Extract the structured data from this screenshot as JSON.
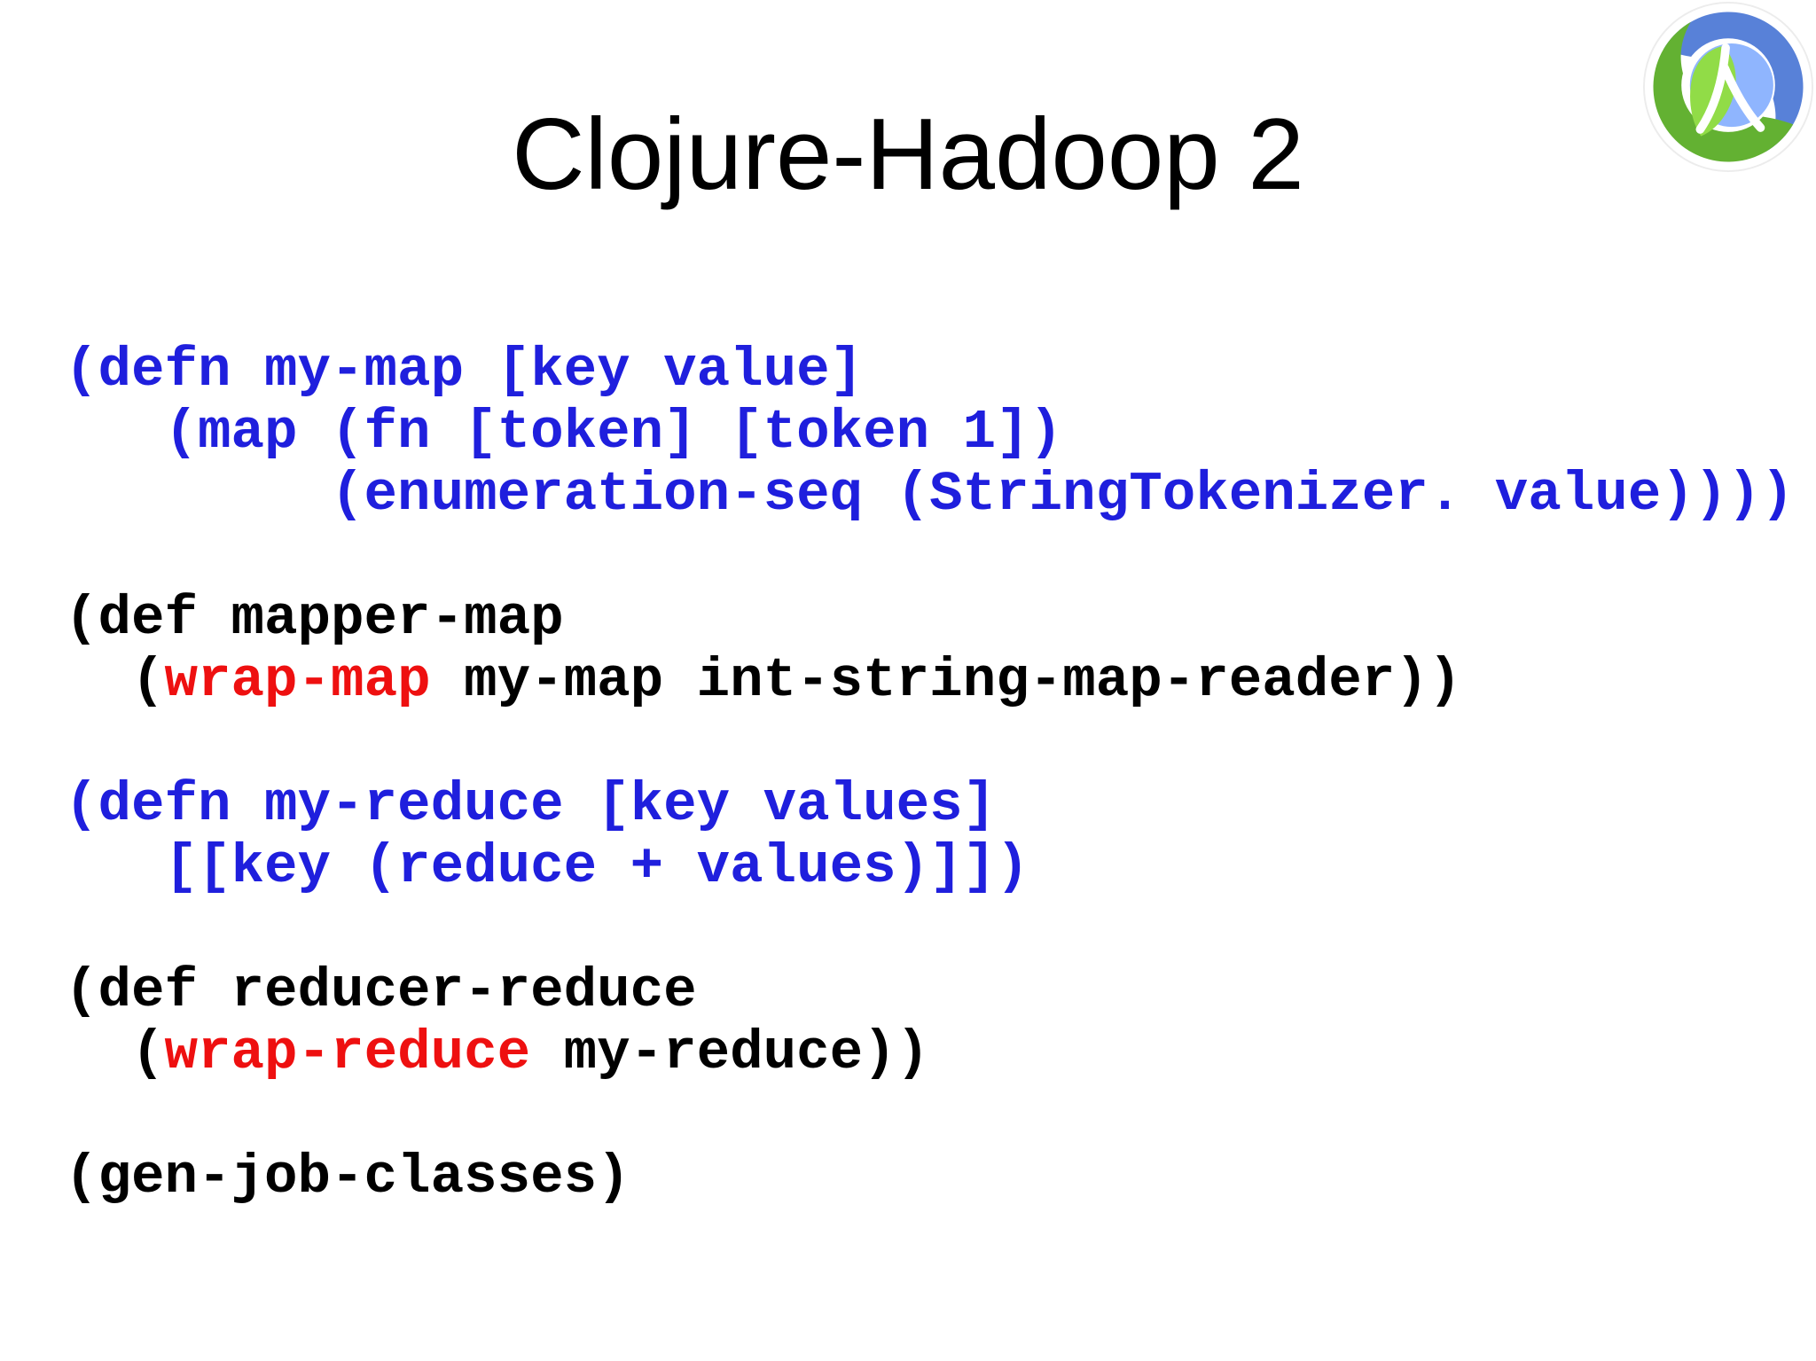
{
  "slide": {
    "title": "Clojure-Hadoop 2"
  },
  "logo": {
    "name": "clojure-logo",
    "colors": {
      "dark_blue": "#5881d8",
      "light_blue": "#8fb5fe",
      "dark_green": "#63b132",
      "light_green": "#91dc47",
      "rim": "#ececec",
      "white": "#ffffff"
    }
  },
  "code": {
    "palette": {
      "blue": "#1f1fdd",
      "red": "#ee1010",
      "black": "#000000"
    },
    "lines": [
      {
        "segments": [
          {
            "text": "(defn my-map [key value]",
            "color": "blue"
          }
        ]
      },
      {
        "segments": [
          {
            "text": "   (map (fn [token] [token 1])",
            "color": "blue"
          }
        ]
      },
      {
        "segments": [
          {
            "text": "        (enumeration-seq (StringTokenizer. value))))",
            "color": "blue"
          }
        ]
      },
      {
        "segments": []
      },
      {
        "segments": [
          {
            "text": "(def mapper-map",
            "color": "black"
          }
        ]
      },
      {
        "segments": [
          {
            "text": "  (",
            "color": "black"
          },
          {
            "text": "wrap-map",
            "color": "red"
          },
          {
            "text": " my-map int-string-map-reader))",
            "color": "black"
          }
        ]
      },
      {
        "segments": []
      },
      {
        "segments": [
          {
            "text": "(defn my-reduce [key values]",
            "color": "blue"
          }
        ]
      },
      {
        "segments": [
          {
            "text": "   [[key (reduce + values)]])",
            "color": "blue"
          }
        ]
      },
      {
        "segments": []
      },
      {
        "segments": [
          {
            "text": "(def reducer-reduce",
            "color": "black"
          }
        ]
      },
      {
        "segments": [
          {
            "text": "  (",
            "color": "black"
          },
          {
            "text": "wrap-reduce",
            "color": "red"
          },
          {
            "text": " my-reduce))",
            "color": "black"
          }
        ]
      },
      {
        "segments": []
      },
      {
        "segments": [
          {
            "text": "(gen-job-classes)",
            "color": "black"
          }
        ]
      }
    ]
  }
}
